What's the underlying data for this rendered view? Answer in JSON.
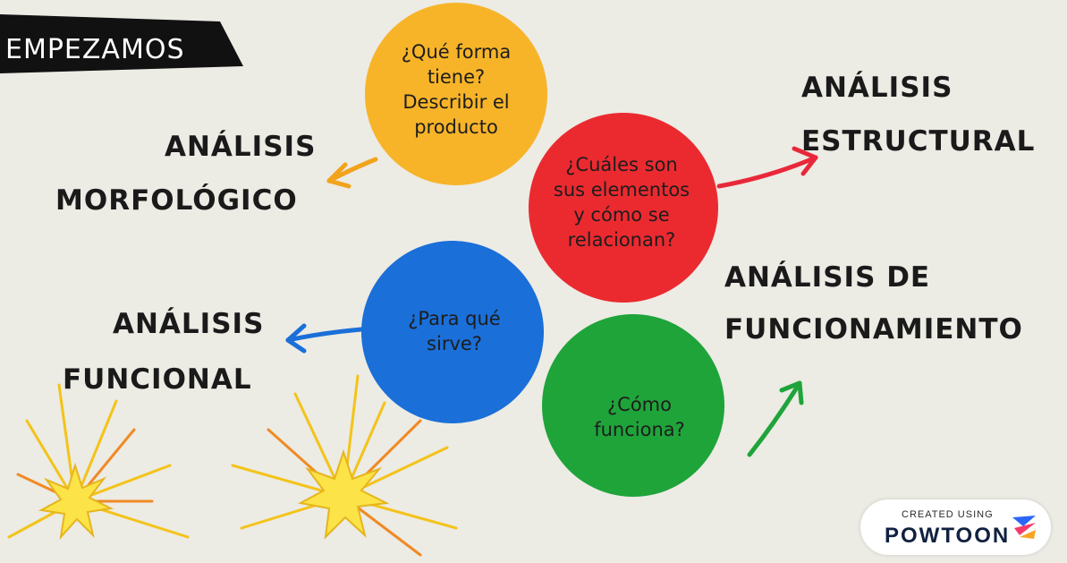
{
  "banner": {
    "label": "EMPEZAMOS"
  },
  "bubbles": {
    "forma": {
      "lines": [
        "¿Qué forma",
        "tiene?",
        "Describir el",
        "producto"
      ],
      "color": "#f7b429"
    },
    "elementos": {
      "lines": [
        "¿Cuáles son",
        "sus elementos",
        "y cómo se",
        "relacionan?"
      ],
      "color": "#eb2a30"
    },
    "sirve": {
      "lines": [
        "¿Para qué",
        "sirve?"
      ],
      "color": "#1a6fd8"
    },
    "funciona": {
      "lines": [
        "¿Cómo",
        "funciona?"
      ],
      "color": "#1fa43a"
    }
  },
  "titles": {
    "morfologico": {
      "line1": "ANÁLISIS",
      "line2": "MORFOLÓGICO"
    },
    "estructural": {
      "line1": "ANÁLISIS",
      "line2": "ESTRUCTURAL"
    },
    "funcional": {
      "line1": "ANÁLISIS",
      "line2": "FUNCIONAL"
    },
    "funcionamiento": {
      "line1": "ANÁLISIS DE",
      "line2": "FUNCIONAMIENTO"
    }
  },
  "watermark": {
    "created": "CREATED USING",
    "brand": "POWTOON"
  }
}
